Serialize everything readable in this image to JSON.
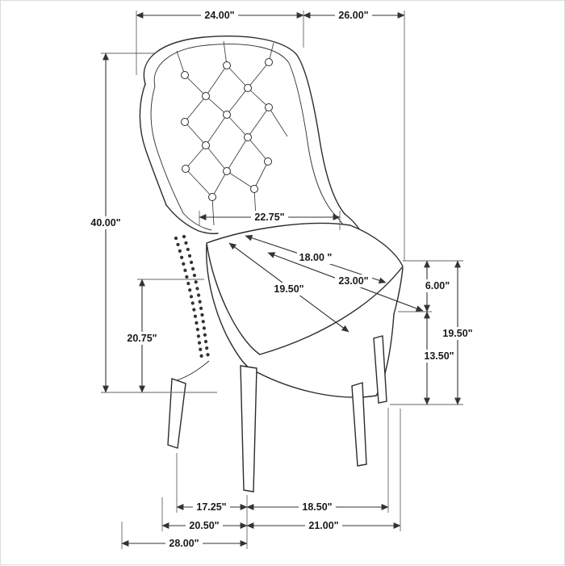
{
  "diagram": {
    "kind": "furniture-dimension-drawing",
    "line_color": "#2b2b2b",
    "label_color": "#1a1a1a",
    "background_color": "#ffffff",
    "dimensions": {
      "top_back_width": "24.00\"",
      "top_seat_depth": "26.00\"",
      "overall_height": "40.00\"",
      "arm_height": "20.75\"",
      "back_width": "22.75\"",
      "seat_back_width": "18.00 \"",
      "seat_front_width": "23.00\"",
      "seat_diagonal_depth": "19.50\"",
      "cushion_thickness": "6.00\"",
      "seat_height": "19.50\"",
      "leg_height": "13.50\"",
      "front_leg_span": "17.25\"",
      "side_leg_span": "18.50\"",
      "base_front_span": "20.50\"",
      "base_side_span": "21.00\"",
      "overall_base_width": "28.00\""
    }
  }
}
